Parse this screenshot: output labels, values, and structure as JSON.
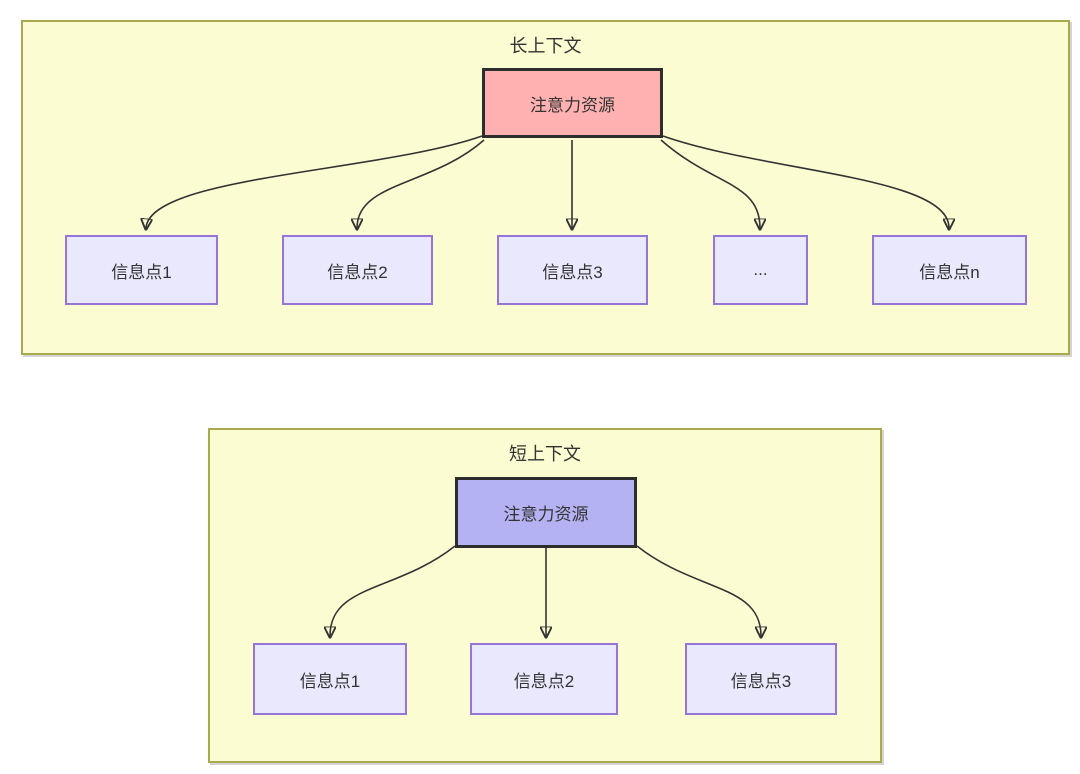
{
  "panels": [
    {
      "title": "长上下文",
      "root": {
        "label": "注意力资源",
        "fill": "#ffb1b1"
      },
      "children": [
        {
          "label": "信息点1"
        },
        {
          "label": "信息点2"
        },
        {
          "label": "信息点3"
        },
        {
          "label": "..."
        },
        {
          "label": "信息点n"
        }
      ]
    },
    {
      "title": "短上下文",
      "root": {
        "label": "注意力资源",
        "fill": "#b4b2f3"
      },
      "children": [
        {
          "label": "信息点1"
        },
        {
          "label": "信息点2"
        },
        {
          "label": "信息点3"
        }
      ]
    }
  ],
  "colors": {
    "panel_fill": "#fcfcd3",
    "panel_border": "#a9a94e",
    "root_long_fill": "#ffb1b1",
    "root_short_fill": "#b4b2f3",
    "root_border": "#2d2d2d",
    "child_fill": "#eae8fc",
    "child_border": "#9575d6",
    "arrow": "#333333",
    "text": "#333333"
  }
}
